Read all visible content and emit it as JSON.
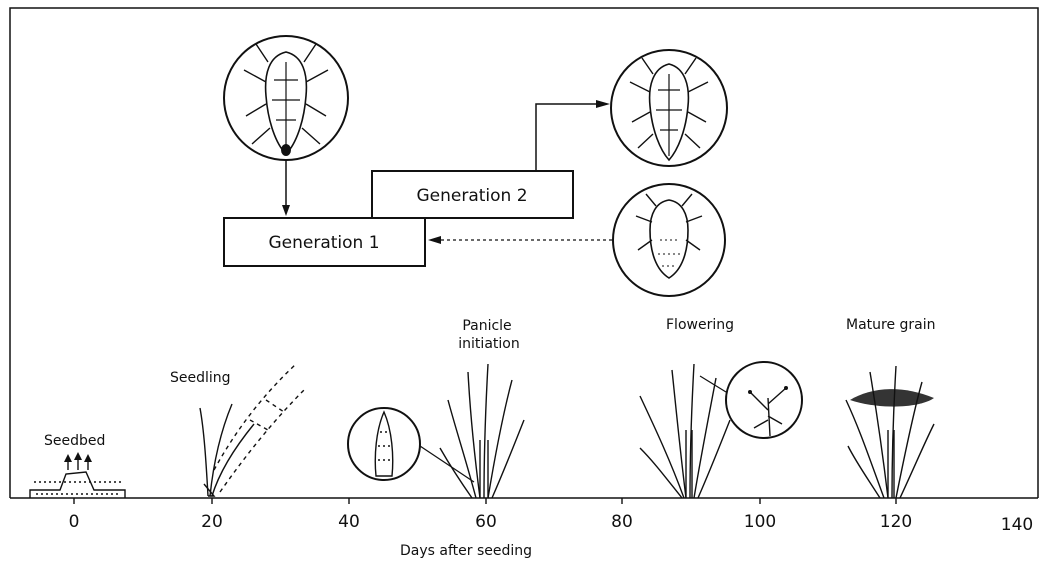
{
  "generations": {
    "gen1": "Generation 1",
    "gen2": "Generation 2"
  },
  "stages": {
    "seedbed": "Seedbed",
    "seedling": "Seedling",
    "panicle_line1": "Panicle",
    "panicle_line2": "initiation",
    "flowering": "Flowering",
    "mature": "Mature grain"
  },
  "axis": {
    "title": "Days after seeding",
    "ticks": [
      "0",
      "20",
      "40",
      "60",
      "80",
      "100",
      "120",
      "140"
    ]
  },
  "icons": {
    "adult_top": "leafhopper-adult-icon",
    "adult_right": "leafhopper-adult-icon",
    "nymph": "leafhopper-nymph-icon"
  }
}
